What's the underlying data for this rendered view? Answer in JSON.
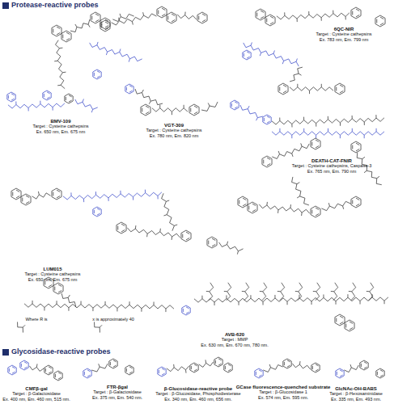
{
  "diagram": {
    "labels": [
      "Protease-reactive probes",
      "BMV-109",
      "Target : Cysteine cathepsins",
      "Ex. 650 nm, Em. 675 nm",
      "VGT-309",
      "Target : Cysteine cathepsins",
      "Ex. 780 nm, Em. 820 nm",
      "6QC-NIR",
      "Target : Cysteine cathepsins",
      "Ex. 783 nm, Em. 799 nm",
      "DEATH-CAT-FNIR",
      "Target : Cysteine cathepsins, Caspase-3",
      "Ex. 765 nm, Em. 790 nm",
      "LUM015",
      "Target : Cysteine cathepsins",
      "Ex. 650 nm, Em. 675 nm",
      "AVB-620",
      "Target : MMP",
      "Ex. 630 nm, Em. 670 nm, 780 nm.",
      "Where R is",
      "x is approximately 40",
      "Glycosidase-reactive probes",
      "CMFβ-gal",
      "Target : β-Galactosidase",
      "Ex. 400 nm, Em. 460 nm, 515 nm.",
      "FTR-βgal",
      "Target : β-Galactosidase",
      "Ex. 375 nm, Em. 540 nm.",
      "β-Glucosidase-reactive probe",
      "Target : β-Glucosidase, Phosphodiesterase",
      "Ex. 340 nm, Em. 460 nm, 656 nm.",
      "GCase fluorescence-quenched substrate",
      "Target : β-Glucosidase 1",
      "Ex. 574 nm, Em. 595 nm.",
      "GlcNAc-OH-BABS",
      "Target : β-Hexosaminidase",
      "Ex. 335 nm, Em. 493 nm."
    ]
  }
}
